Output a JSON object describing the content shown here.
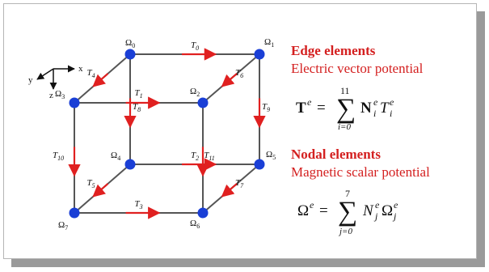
{
  "diagram": {
    "axes": {
      "x": "x",
      "y": "y",
      "z": "z"
    },
    "nodes": [
      {
        "id": "Ω0",
        "label": "Ω",
        "sub": "0"
      },
      {
        "id": "Ω1",
        "label": "Ω",
        "sub": "1"
      },
      {
        "id": "Ω2",
        "label": "Ω",
        "sub": "2"
      },
      {
        "id": "Ω3",
        "label": "Ω",
        "sub": "3"
      },
      {
        "id": "Ω4",
        "label": "Ω",
        "sub": "4"
      },
      {
        "id": "Ω5",
        "label": "Ω",
        "sub": "5"
      },
      {
        "id": "Ω6",
        "label": "Ω",
        "sub": "6"
      },
      {
        "id": "Ω7",
        "label": "Ω",
        "sub": "7"
      }
    ],
    "edges": [
      {
        "label": "T",
        "sub": "0"
      },
      {
        "label": "T",
        "sub": "1"
      },
      {
        "label": "T",
        "sub": "2"
      },
      {
        "label": "T",
        "sub": "3"
      },
      {
        "label": "T",
        "sub": "4"
      },
      {
        "label": "T",
        "sub": "5"
      },
      {
        "label": "T",
        "sub": "6"
      },
      {
        "label": "T",
        "sub": "7"
      },
      {
        "label": "T",
        "sub": "8"
      },
      {
        "label": "T",
        "sub": "9"
      },
      {
        "label": "T",
        "sub": "10"
      },
      {
        "label": "T",
        "sub": "11"
      }
    ],
    "colors": {
      "node": "#1a3fd6",
      "arrow": "#e02020",
      "edge": "#555555",
      "heading": "#d42020"
    }
  },
  "edge_elements": {
    "heading": "Edge elements",
    "subtitle": "Electric vector potential",
    "formula": {
      "lhs": "T",
      "lhs_sup": "e",
      "upper": "11",
      "lower": "i=0",
      "term1": "N",
      "term1_sub": "i",
      "term1_sup": "e",
      "term2": "T",
      "term2_sub": "i",
      "term2_sup": "e"
    }
  },
  "nodal_elements": {
    "heading": "Nodal elements",
    "subtitle": "Magnetic scalar potential",
    "formula": {
      "lhs": "Ω",
      "lhs_sup": "e",
      "upper": "7",
      "lower": "j=0",
      "term1": "N",
      "term1_sub": "j",
      "term1_sup": "e",
      "term2": "Ω",
      "term2_sub": "j",
      "term2_sup": "e"
    }
  }
}
